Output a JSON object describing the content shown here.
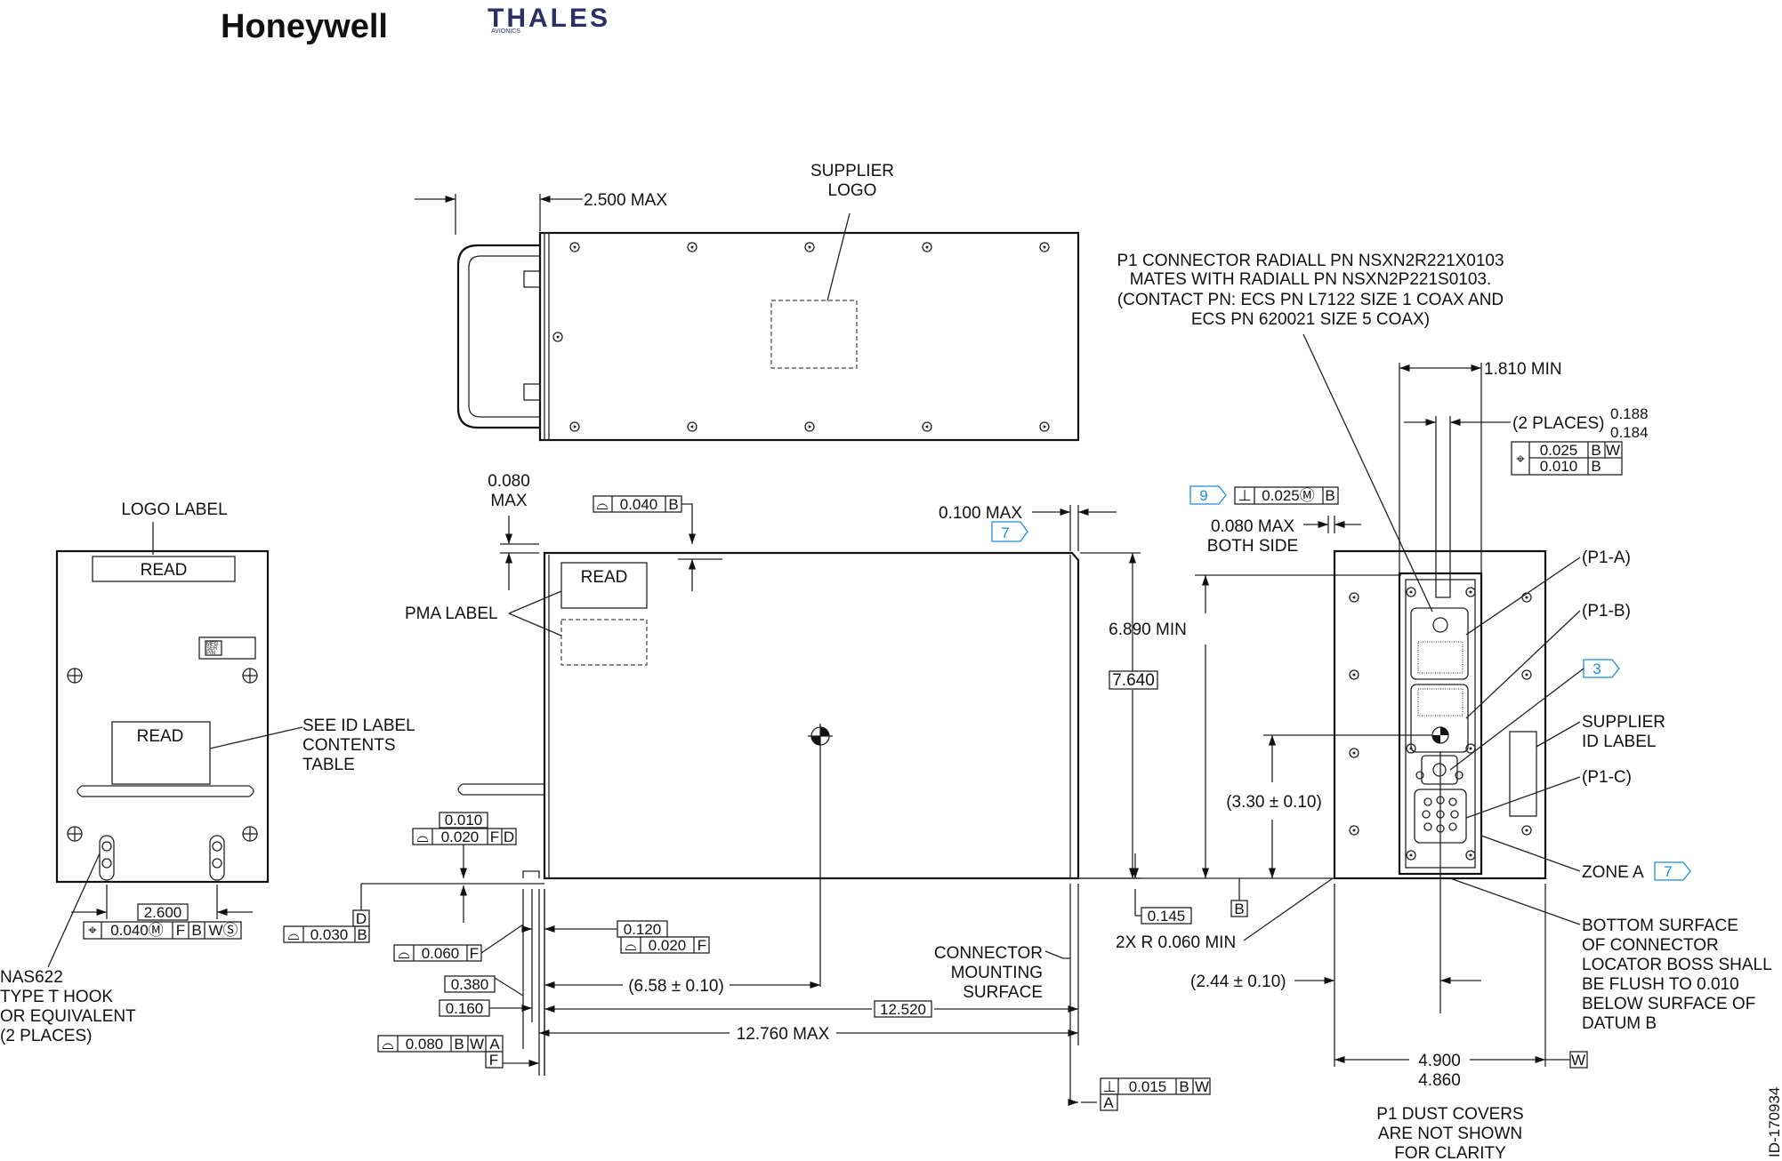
{
  "logos": {
    "honeywell": "Honeywell",
    "thales": "THALES",
    "thales_sub": "AVIONICS"
  },
  "top_view": {
    "width_max": "2.500 MAX",
    "supplier_logo": [
      "SUPPLIER",
      "LOGO"
    ]
  },
  "connector_note": [
    "P1 CONNECTOR RADIALL PN NSXN2R221X0103",
    "MATES WITH RADIALL PN NSXN2P221S0103.",
    "(CONTACT PN: ECS PN L7122 SIZE 1 COAX AND",
    "ECS PN 620021 SIZE 5 COAX)"
  ],
  "front_view": {
    "logo_label": "LOGO LABEL",
    "read": "READ",
    "mini_label": [
      "MFG",
      "SER",
      "P/N"
    ],
    "see_id": [
      "SEE ID LABEL",
      "CONTENTS",
      "TABLE"
    ],
    "dim_2600": "2.600",
    "fcf_pos": {
      "sym": "⌖",
      "val": "0.040Ⓜ",
      "d1": "F",
      "d2": "B",
      "d3": "WⓈ"
    },
    "hook": [
      "NAS622",
      "TYPE T HOOK",
      "OR EQUIVALENT",
      "(2 PLACES)"
    ]
  },
  "side_view": {
    "dim_0080": [
      "0.080",
      "MAX"
    ],
    "fcf_top": {
      "sym": "⌓",
      "val": "0.040",
      "d": "B"
    },
    "pma_label": "PMA LABEL",
    "read": "READ",
    "dim_0100": "0.100 MAX",
    "note7": "7",
    "dim_7640": "7.640",
    "dim_6890": "6.890 MIN",
    "fcf_0010": "0.010",
    "fcf_0020": {
      "sym": "⌓",
      "val": "0.020",
      "d1": "F",
      "d2": "D"
    },
    "datum_d": "D",
    "fcf_0030": {
      "sym": "⌓",
      "val": "0.030",
      "d": "B"
    },
    "fcf_0060": {
      "sym": "⌓",
      "val": "0.060",
      "d": "F"
    },
    "dim_0380": "0.380",
    "dim_0160": "0.160",
    "fcf_0080": {
      "sym": "⌓",
      "val": "0.080",
      "d1": "B",
      "d2": "W",
      "d3": "A"
    },
    "datum_f": "F",
    "dim_0120": "0.120",
    "fcf_0020b": {
      "sym": "⌓",
      "val": "0.020",
      "d": "F"
    },
    "dim_658": "(6.58 ± 0.10)",
    "dim_12520": "12.520",
    "dim_12760": "12.760 MAX",
    "conn_mount": [
      "CONNECTOR",
      "MOUNTING",
      "SURFACE"
    ],
    "dim_0145": "0.145",
    "datum_b": "B",
    "fcf_0015": {
      "sym": "⊥",
      "val": "0.015",
      "d1": "B",
      "d2": "W"
    },
    "datum_a": "A",
    "radius": "2X R 0.060 MIN"
  },
  "rear_view": {
    "note9": "9",
    "fcf_perp": {
      "sym": "⊥",
      "val": "0.025Ⓜ",
      "d": "B"
    },
    "dim_0080": [
      "0.080 MAX",
      "BOTH SIDE"
    ],
    "dim_1810": "1.810 MIN",
    "two_places": "(2 PLACES)",
    "dim_0188": "0.188",
    "dim_0184": "0.184",
    "fcf_pos": {
      "sym": "⌖",
      "val1": "0.025",
      "d1": "B",
      "d2": "W",
      "val2": "0.010",
      "d3": "B"
    },
    "p1a": "(P1-A)",
    "p1b": "(P1-B)",
    "note3": "3",
    "supplier_id": [
      "SUPPLIER",
      "ID LABEL"
    ],
    "p1c": "(P1-C)",
    "dim_330": "(3.30 ± 0.10)",
    "zone_a": "ZONE A",
    "note7": "7",
    "bottom_note": [
      "BOTTOM SURFACE",
      "OF CONNECTOR",
      "LOCATOR BOSS SHALL",
      "BE FLUSH TO 0.010",
      "BELOW SURFACE OF",
      "DATUM B"
    ],
    "dim_244": "(2.44 ± 0.10)",
    "dim_4900": "4.900",
    "dim_4860": "4.860",
    "datum_w": "W",
    "dust": [
      "P1 DUST COVERS",
      "ARE NOT SHOWN",
      "FOR CLARITY"
    ]
  },
  "drawing_id": "ID-170934"
}
